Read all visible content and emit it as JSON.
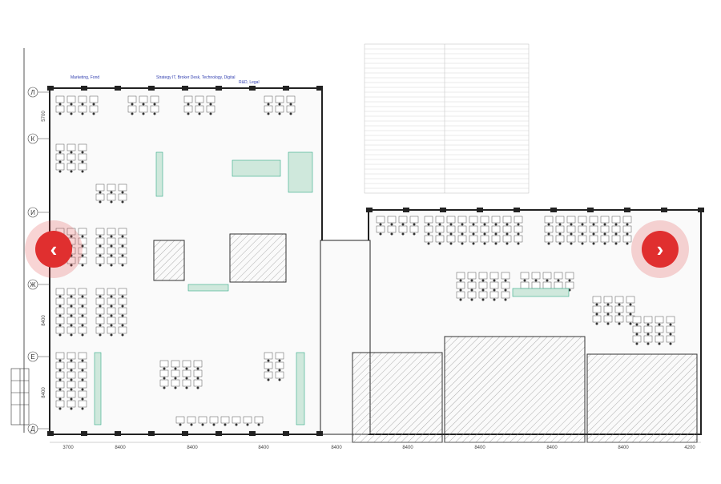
{
  "plan": {
    "row_axes": [
      "Л",
      "К",
      "И",
      "Ж",
      "Е",
      "Д"
    ],
    "row_dims": [
      "5700",
      "8400",
      "8400"
    ],
    "col_dims": [
      "3700",
      "8400",
      "8400",
      "8400",
      "8400",
      "8400",
      "8400",
      "8400",
      "8400",
      "4200"
    ],
    "zone_labels": [
      "Marketing, Fond",
      "Strategy IT, Broker Desk, Technology, Digital",
      "R&D, Legal"
    ]
  },
  "carousel": {
    "prev_icon": "‹",
    "next_icon": "›",
    "accent": "#e02f2f"
  }
}
